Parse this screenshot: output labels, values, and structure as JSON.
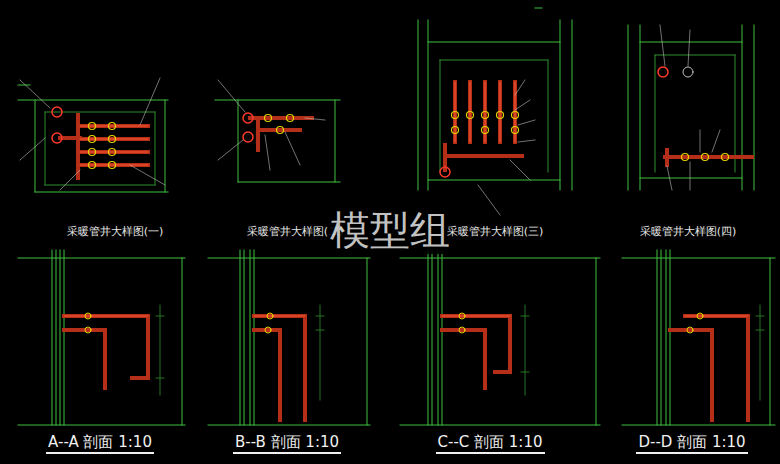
{
  "diagram": {
    "labels": [
      "采暖管井大样图(一)",
      "采暖管井大样图(二)",
      "模型组",
      "采暖管井大样图(三)",
      "采暖管井大样图(四)",
      "A--A 剖面 1:10",
      "B--B 剖面 1:10",
      "C--C 剖面 1:10",
      "D--D 剖面 1:10"
    ]
  }
}
